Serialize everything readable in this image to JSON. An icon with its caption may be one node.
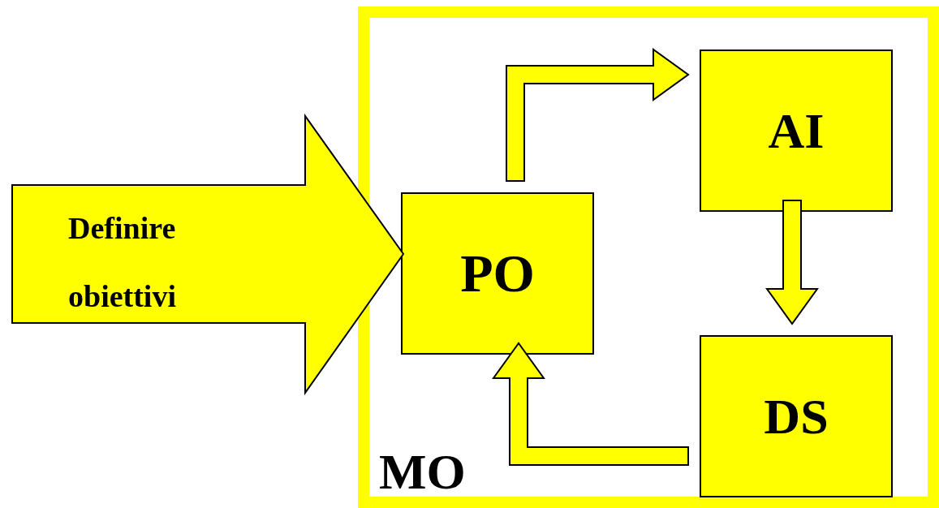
{
  "diagram": {
    "nodes": [
      {
        "text": [
          "MO"
        ]
      },
      {
        "text": [
          "Definire obiettivi"
        ]
      },
      {
        "text": [
          "PO"
        ],
        "in": 0
      },
      {
        "text": [
          "AI"
        ],
        "in": 0
      },
      {
        "text": [
          "DS"
        ],
        "in": 0
      }
    ],
    "edges": [
      {
        "from": 2,
        "to": 3,
        "arrow": "to",
        "style": "thick"
      },
      {
        "from": 3,
        "to": 4,
        "arrow": "to",
        "style": "thick"
      },
      {
        "from": 4,
        "to": 2,
        "arrow": "to",
        "style": "thick"
      }
    ]
  }
}
